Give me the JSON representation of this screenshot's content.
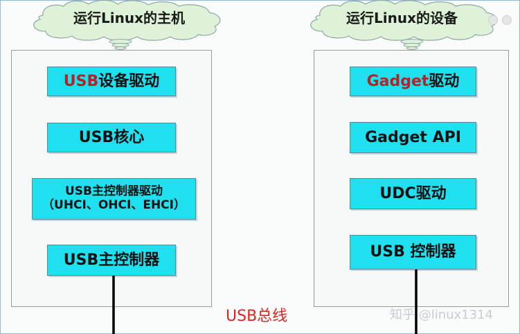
{
  "left_panel": {
    "caption": "运行Linux的主机",
    "boxes": [
      {
        "prefix": "USB",
        "label": "设备驱动"
      },
      {
        "label": "USB核心"
      },
      {
        "line1": "USB主控制器驱动",
        "line2": "（UHCI、OHCI、EHCI）"
      },
      {
        "label": "USB主控制器"
      }
    ]
  },
  "right_panel": {
    "caption": "运行Linux的设备",
    "boxes": [
      {
        "prefix": "Gadget",
        "label": "驱动"
      },
      {
        "label": "Gadget API"
      },
      {
        "label": "UDC驱动"
      },
      {
        "label": "USB 控制器"
      }
    ]
  },
  "bus_label": "USB总线",
  "watermark": "知乎 @linux1314",
  "colors": {
    "box_fill": "#1fe0ee",
    "highlight_text": "#b3232a",
    "bus_label": "#e0241e",
    "cloud": "#ddf2d6"
  }
}
